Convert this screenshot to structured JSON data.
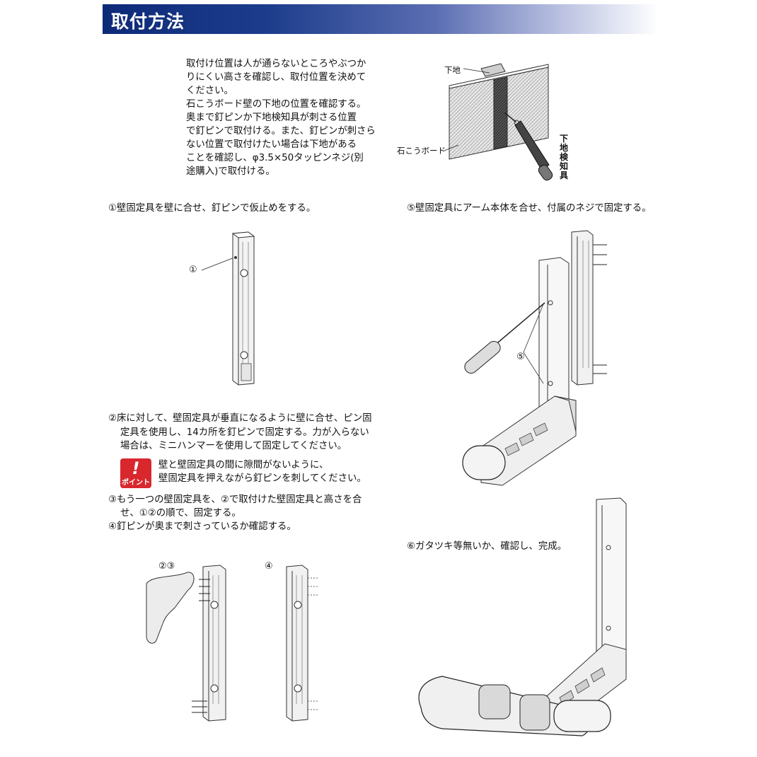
{
  "header": {
    "title": "取付方法"
  },
  "intro": {
    "lines": [
      "取付け位置は人が通らないところやぶつか",
      "りにくい高さを確認し、取付位置を決めて",
      "ください。",
      "石こうボード壁の下地の位置を確認する。",
      "奥まで釘ピンか下地検知具が刺さる位置",
      "で釘ピンで取付ける。また、釘ピンが刺さら",
      "ない位置で取付けたい場合は下地がある",
      "ことを確認し、φ3.5×50タッピンネジ(別",
      "途購入)で取付ける。"
    ]
  },
  "figure_top": {
    "label_shitaji": "下地",
    "label_board": "石こうボード",
    "label_detector": "下地検知具"
  },
  "step1": {
    "text": "①壁固定具を壁に合せ、釘ピンで仮止めをする。",
    "callout": "①"
  },
  "step2": {
    "lines": [
      "②床に対して、壁固定具が垂直になるように壁に合せ、ピン固",
      "定具を使用し、14カ所を釘ピンで固定する。力が入らない",
      "場合は、ミニハンマーを使用して固定してください。"
    ]
  },
  "point": {
    "mark": "!",
    "badge": "ポイント",
    "lines": [
      "壁と壁固定具の間に隙間がないように、",
      "壁固定具を押えながら釘ピンを刺してください。"
    ]
  },
  "step3": {
    "lines": [
      "③もう一つの壁固定具を、②で取付けた壁固定具と高さを合",
      "せ、①②の順で、固定する。"
    ]
  },
  "step4": {
    "text": "④釘ピンが奥まで刺さっているか確認する。"
  },
  "figure_bottom_left": {
    "label_23": "②③",
    "label_4": "④"
  },
  "step5": {
    "text": "⑤壁固定具にアーム本体を合せ、付属のネジで固定する。",
    "callout": "⑤"
  },
  "step6": {
    "text": "⑥ガタツキ等無いか、確認し、完成。"
  }
}
